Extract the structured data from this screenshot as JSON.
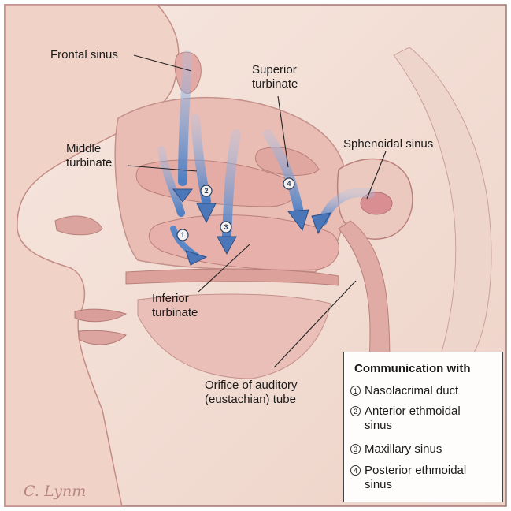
{
  "labels": {
    "frontal_sinus": "Frontal sinus",
    "superior_turbinate": [
      "Superior",
      "turbinate"
    ],
    "middle_turbinate": [
      "Middle",
      "turbinate"
    ],
    "sphenoidal_sinus": "Sphenoidal sinus",
    "inferior_turbinate": [
      "Inferior",
      "turbinate"
    ],
    "orifice": [
      "Orifice of auditory",
      "(eustachian) tube"
    ]
  },
  "legend": {
    "title": "Communication with",
    "items": [
      {
        "num": "1",
        "lines": [
          "Nasolacrimal duct"
        ]
      },
      {
        "num": "2",
        "lines": [
          "Anterior ethmoidal",
          "sinus"
        ]
      },
      {
        "num": "3",
        "lines": [
          "Maxillary sinus"
        ]
      },
      {
        "num": "4",
        "lines": [
          "Posterior ethmoidal",
          "sinus"
        ]
      }
    ]
  },
  "markers": [
    "1",
    "2",
    "3",
    "4"
  ],
  "signature": "C. Lynm",
  "colors": {
    "background": "#f2ddd3",
    "tissue": "#e7b9b2",
    "tissue_dark": "#cf8f8c",
    "arrow": "#5a86c6",
    "arrow_edge": "#2e4f86"
  }
}
